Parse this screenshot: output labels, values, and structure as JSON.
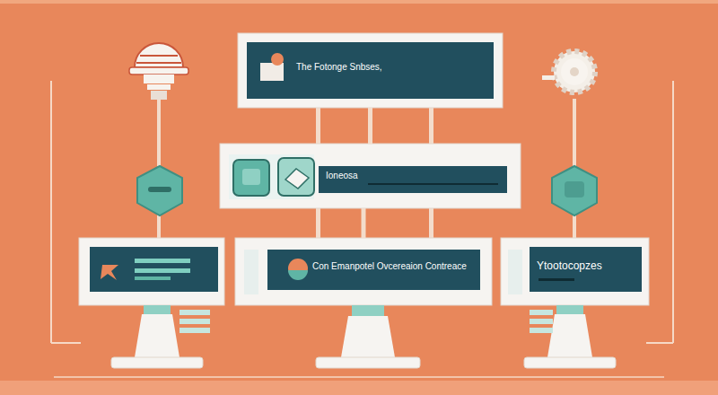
{
  "diagram": {
    "nodes": [
      {
        "text": [
          "The Fotonge Snbses,"
        ]
      },
      {
        "text": [
          "Ioneosa"
        ]
      },
      {
        "text": [
          "Con Emanpotel Ovcereaion Contreace"
        ]
      },
      {
        "text": [
          "Ytootocopzes"
        ]
      }
    ],
    "edges": [
      {
        "from": 0,
        "to": 1,
        "arrow": "none"
      },
      {
        "from": 1,
        "to": 2,
        "arrow": "none"
      }
    ]
  }
}
